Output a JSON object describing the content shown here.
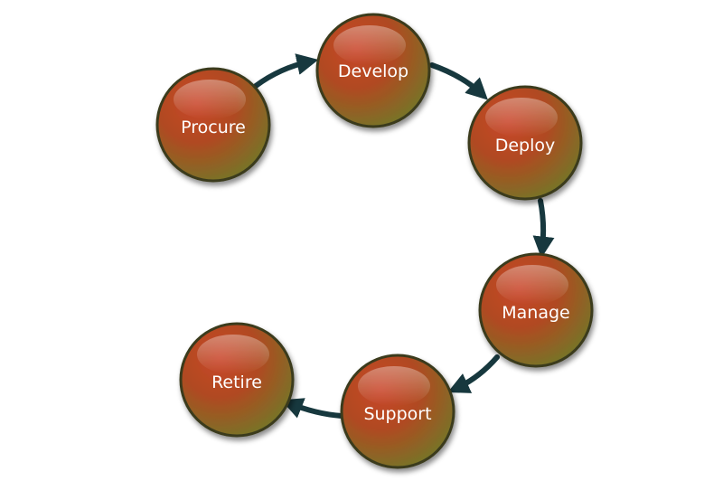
{
  "diagram": {
    "type": "process-cycle",
    "colors": {
      "node_top": "#c9452a",
      "node_mid": "#b04a20",
      "node_bottom": "#6f7a2a",
      "node_border": "#3a3a1c",
      "arrow": "#17383e",
      "label": "#ffffff"
    },
    "nodes": [
      {
        "id": "procure",
        "label": "Procure"
      },
      {
        "id": "develop",
        "label": "Develop"
      },
      {
        "id": "deploy",
        "label": "Deploy"
      },
      {
        "id": "manage",
        "label": "Manage"
      },
      {
        "id": "support",
        "label": "Support"
      },
      {
        "id": "retire",
        "label": "Retire"
      }
    ],
    "edges": [
      {
        "from": "procure",
        "to": "develop"
      },
      {
        "from": "develop",
        "to": "deploy"
      },
      {
        "from": "deploy",
        "to": "manage"
      },
      {
        "from": "manage",
        "to": "support"
      },
      {
        "from": "support",
        "to": "retire"
      }
    ]
  }
}
